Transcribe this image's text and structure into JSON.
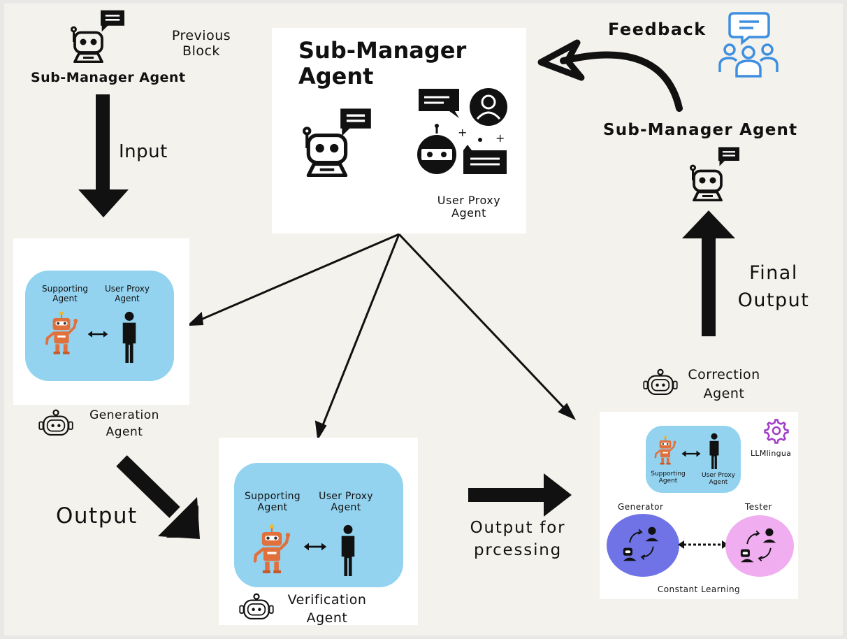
{
  "top_left": {
    "agent_label": "Sub-Manager Agent",
    "previous_block": [
      "Previous",
      "Block"
    ]
  },
  "center_top": {
    "title": "Sub-Manager Agent",
    "user_proxy_label": [
      "User Proxy",
      "Agent"
    ]
  },
  "top_right": {
    "feedback_label": "Feedback",
    "agent_label": "Sub-Manager Agent"
  },
  "arrows": {
    "input": "Input",
    "output": "Output",
    "output_processing": [
      "Output for",
      "prcessing"
    ],
    "final_output": [
      "Final",
      "Output"
    ]
  },
  "generation": {
    "supporting": [
      "Supporting",
      "Agent"
    ],
    "user_proxy": [
      "User Proxy",
      "Agent"
    ],
    "caption": [
      "Generation",
      "Agent"
    ]
  },
  "verification": {
    "supporting": [
      "Supporting",
      "Agent"
    ],
    "user_proxy": [
      "User Proxy",
      "Agent"
    ],
    "caption": [
      "Verification",
      "Agent"
    ]
  },
  "correction": {
    "caption": [
      "Correction",
      "Agent"
    ],
    "supporting": [
      "Supporting",
      "Agent"
    ],
    "user_proxy": [
      "User Proxy",
      "Agent"
    ],
    "llmlingua": "LLMlingua",
    "generator": "Generator",
    "tester": "Tester",
    "constant_learning": "Constant Learning"
  },
  "colors": {
    "background": "#f4f2ec",
    "bubble": "#93d3f0",
    "generator": "#6f73e6",
    "tester": "#f0aef0",
    "robot": "#e0703c",
    "gear": "#a03ec8",
    "feedback_icon": "#3f8fe0"
  }
}
